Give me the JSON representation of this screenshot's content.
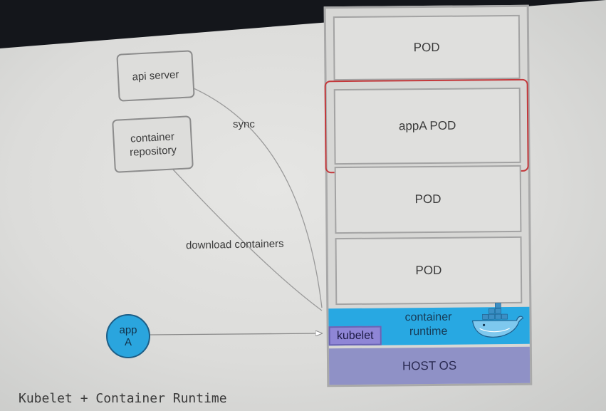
{
  "diagram": {
    "api_server": "api server",
    "container_repository": "container\nrepository",
    "sync_label": "sync",
    "download_label": "download containers",
    "app": "app\nA",
    "pods": [
      "POD",
      "appA POD",
      "POD",
      "POD"
    ],
    "container_runtime": "container\nruntime",
    "kubelet": "kubelet",
    "host_os": "HOST OS"
  },
  "caption": "Kubelet + Container Runtime",
  "colors": {
    "runtime": "#28a8e2",
    "kubelet": "#8f86d6",
    "host_os": "#8f91c6",
    "highlight": "#c4383b",
    "app_circle": "#2aa5de"
  },
  "icons": [
    "docker-whale-icon"
  ]
}
